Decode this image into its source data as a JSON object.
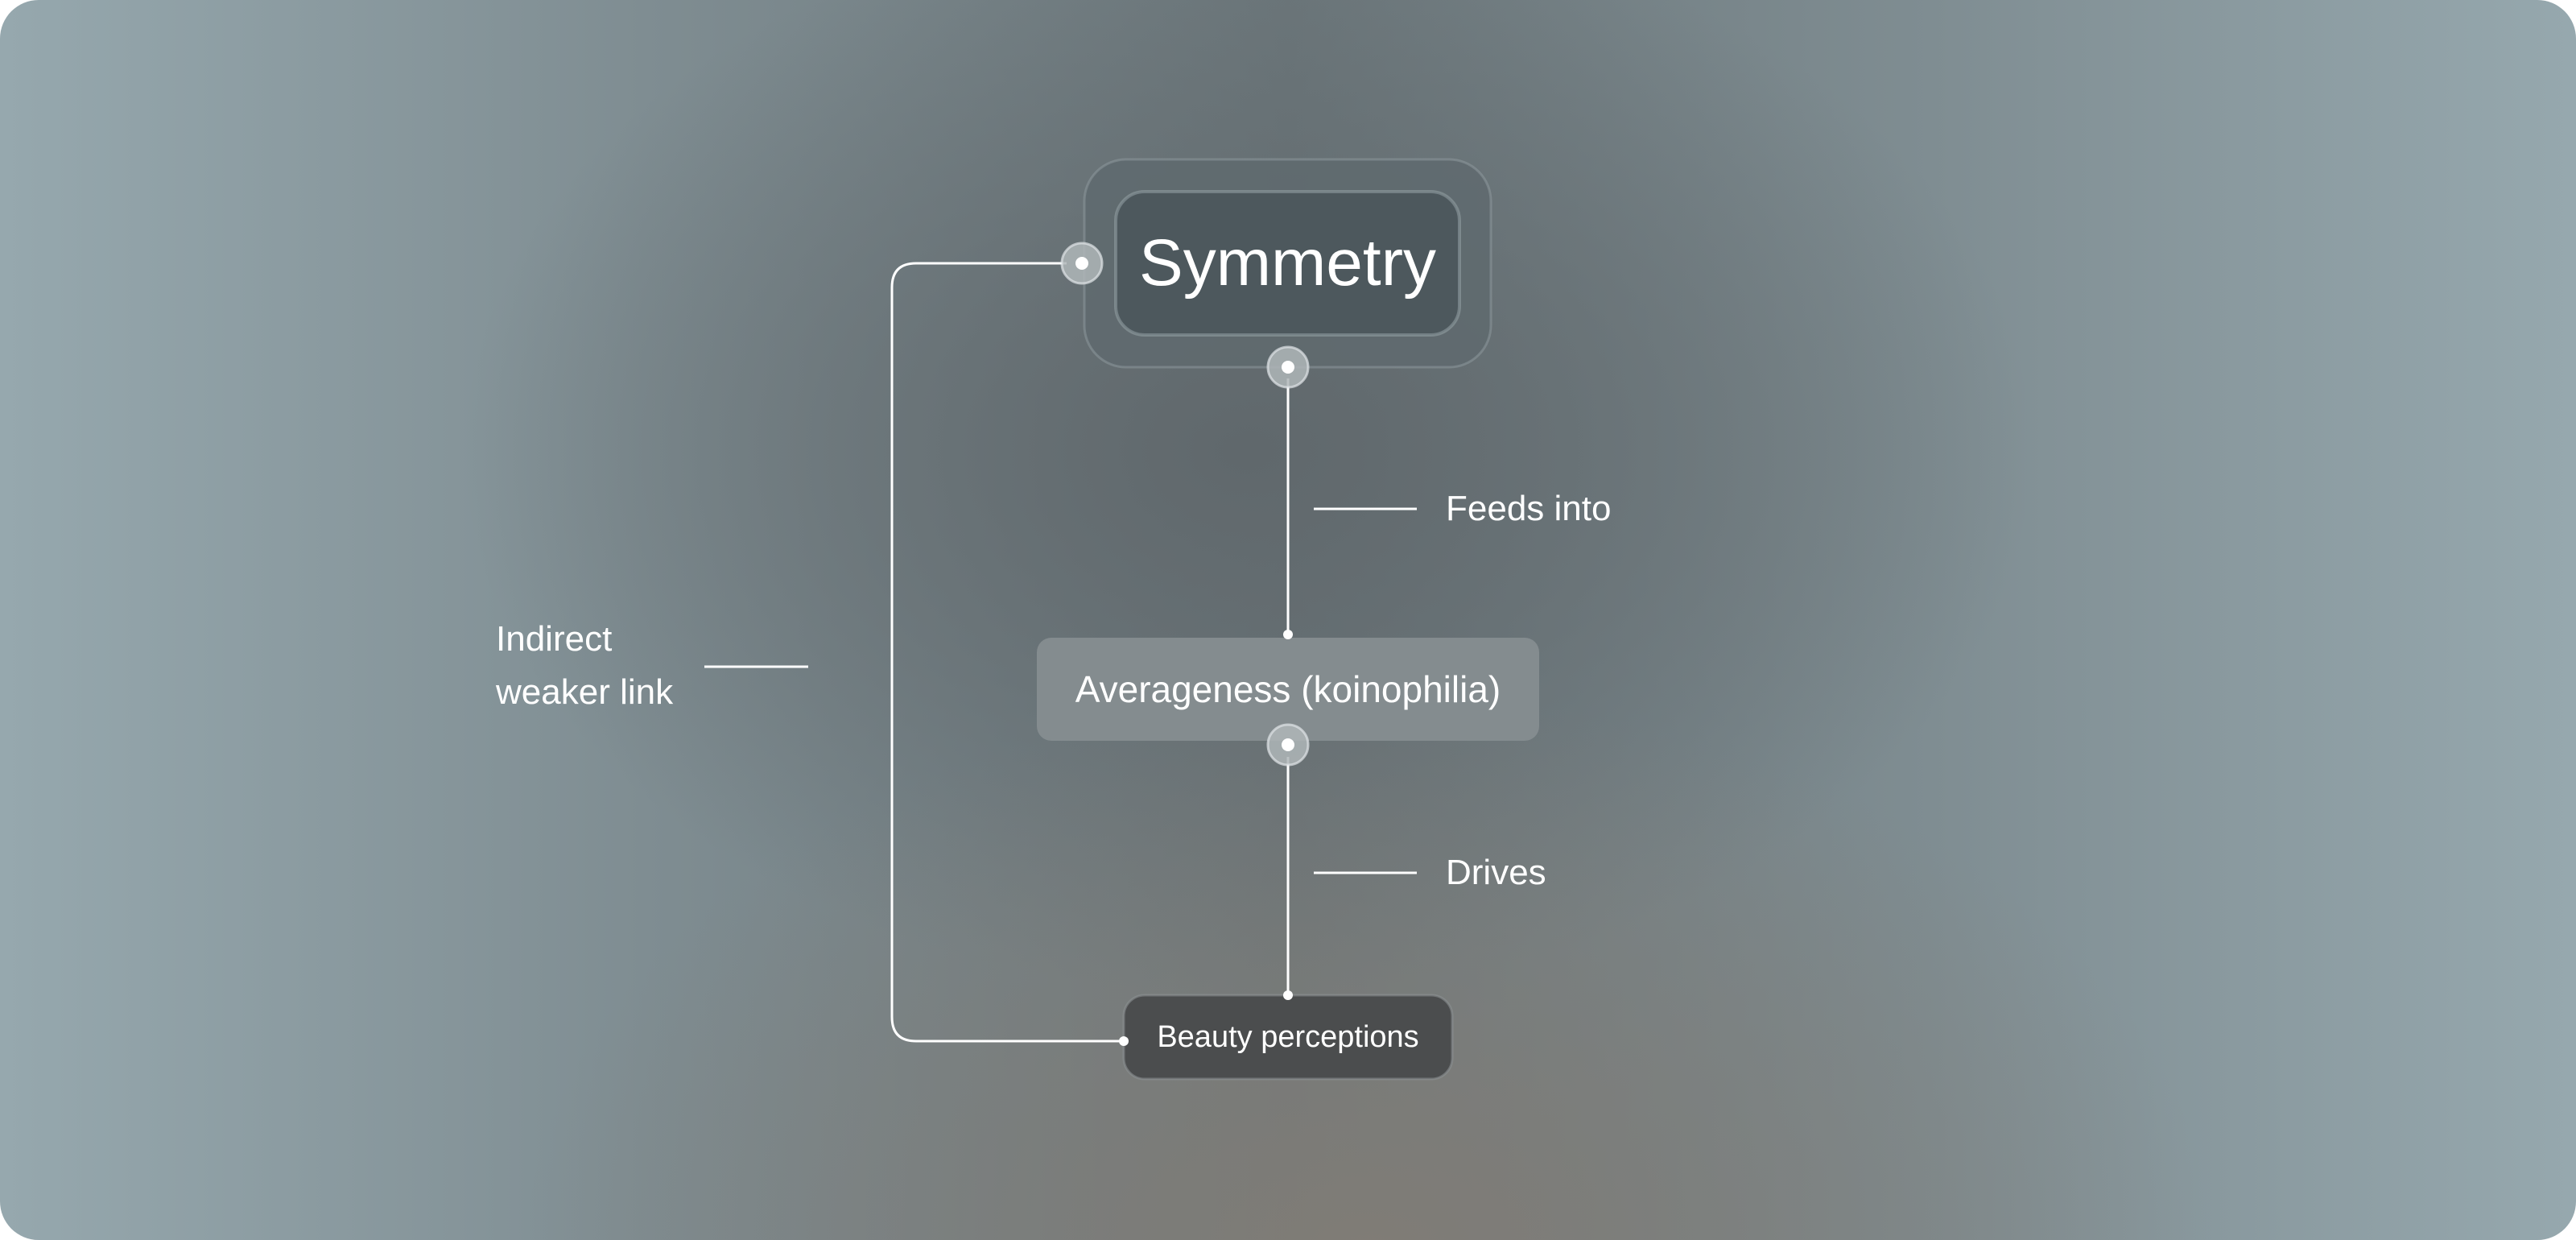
{
  "nodes": {
    "symmetry": "Symmetry",
    "averageness": "Averageness (koinophilia)",
    "beauty": "Beauty perceptions"
  },
  "edges": {
    "feeds_into": "Feeds into",
    "drives": "Drives",
    "indirect_line1": "Indirect",
    "indirect_line2": "weaker link"
  },
  "colors": {
    "symmetry_fill": "#4d585d",
    "averageness_fill": "#848c8f",
    "beauty_fill": "#4b4d4e",
    "line": "#ffffff"
  }
}
